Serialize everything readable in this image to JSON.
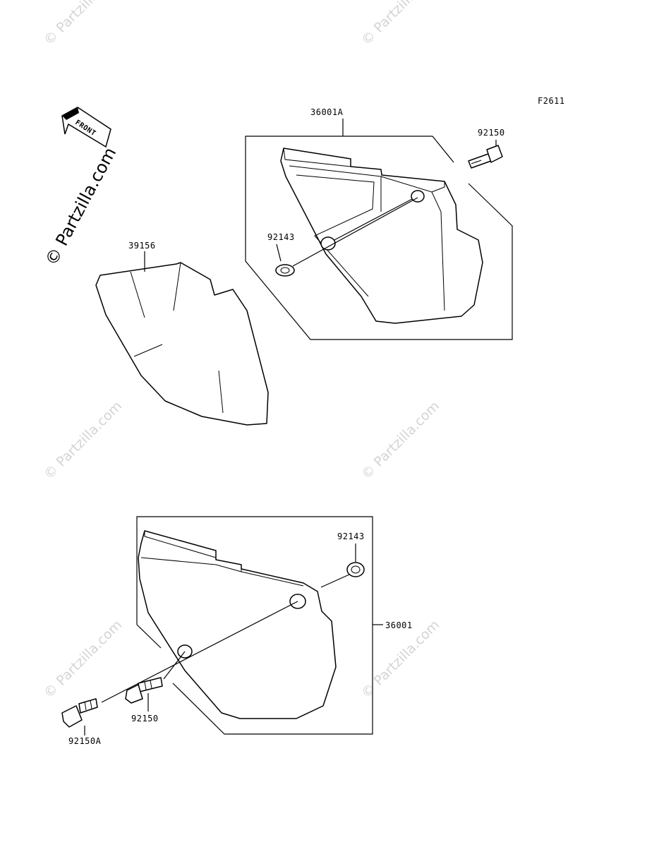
{
  "figure_code": "F2611",
  "front_arrow": {
    "text": "FRONT"
  },
  "brand_watermark": {
    "text": "© Partzilla.com"
  },
  "callouts": {
    "cover_right": "36001A",
    "bolt_upper": "92150",
    "grommet_upper": "92143",
    "pad": "39156",
    "grommet_lower": "92143",
    "cover_left": "36001",
    "bolt_lower": "92150",
    "bolt_lower_a": "92150A"
  }
}
